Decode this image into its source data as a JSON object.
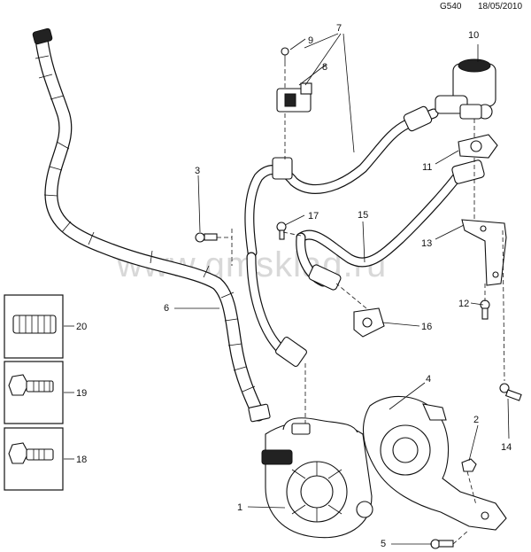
{
  "header": {
    "code": "G540",
    "date": "18/05/2010"
  },
  "watermark": "www.gmsklad.ru",
  "callouts": [
    "1",
    "2",
    "3",
    "4",
    "5",
    "6",
    "7",
    "8",
    "9",
    "10",
    "11",
    "12",
    "13",
    "14",
    "15",
    "16",
    "17",
    "18",
    "19",
    "20"
  ]
}
